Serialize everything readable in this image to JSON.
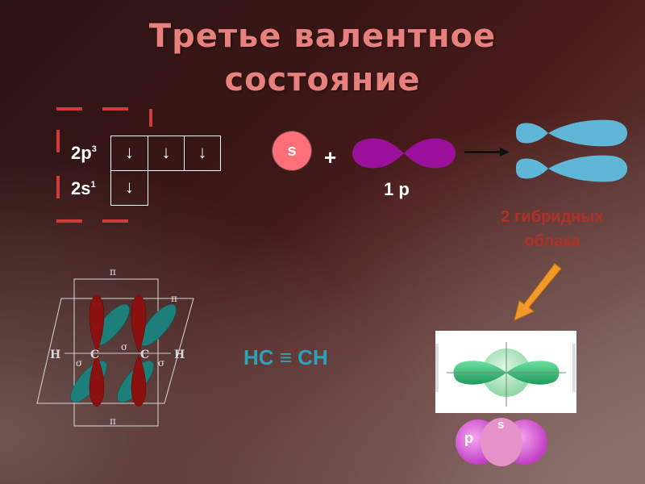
{
  "title": {
    "line1": "Третье валентное",
    "line2": "состояние"
  },
  "orbital_box": {
    "p_label": "2p",
    "p_sup": "3",
    "s_label": "2s",
    "s_sup": "1",
    "p_cells": [
      "↓",
      "↓",
      "↓"
    ],
    "s_cells": [
      "↓"
    ]
  },
  "equation": {
    "s_orbital": "s",
    "plus": "+",
    "p_label": "1 р"
  },
  "hybrid_label": {
    "line1": "2 гибридных",
    "line2": "облака"
  },
  "acetylene": {
    "formula": "HC ≡ CH",
    "h_left": "H",
    "c_left": "C",
    "c_right": "C",
    "h_right": "H",
    "sigma_center": "σ",
    "sigma_left": "σ",
    "sigma_right": "σ",
    "pi_top": "π",
    "pi_top_right": "π",
    "pi_bottom": "π"
  },
  "hybrid_model": {
    "p_label": "p",
    "s_label": "s"
  },
  "colors": {
    "title": "#e8817d",
    "dashes": "#d03a3a",
    "s_orbital": "#ff6f78",
    "p_orbital": "#9a109a",
    "hybrid_orbital": "#5fb6d6",
    "arrow": "#f09a2a",
    "formula": "#2aa3b8",
    "pi_orbital": "#8b1010",
    "sigma_orbital": "#1c7f7a"
  }
}
